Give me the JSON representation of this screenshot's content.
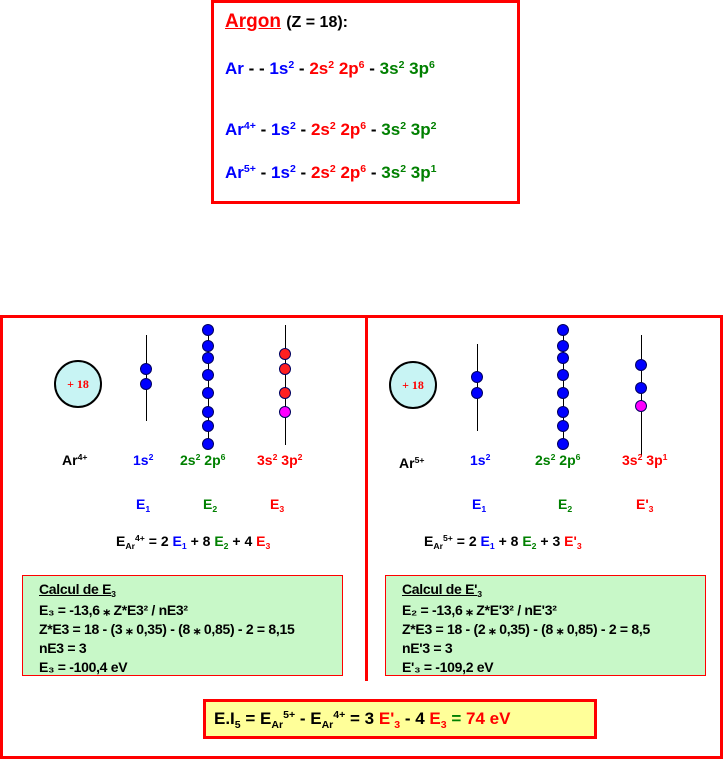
{
  "title": {
    "name": "Argon",
    "z": "(Z = 18):"
  },
  "configs": [
    {
      "ion": "Ar",
      "charge": "",
      "sep": " - - ",
      "s1": "1s",
      "s1e": "2",
      "l2a": "2s",
      "l2ae": "2",
      "l2b": "2p",
      "l2be": "6",
      "l3a": "3s",
      "l3ae": "2",
      "l3b": "3p",
      "l3be": "6"
    },
    {
      "ion": "Ar",
      "charge": "4+",
      "sep": " - ",
      "s1": "1s",
      "s1e": "2",
      "l2a": "2s",
      "l2ae": "2",
      "l2b": "2p",
      "l2be": "6",
      "l3a": "3s",
      "l3ae": "2",
      "l3b": "3p",
      "l3be": "2"
    },
    {
      "ion": "Ar",
      "charge": "5+",
      "sep": " - ",
      "s1": "1s",
      "s1e": "2",
      "l2a": "2s",
      "l2ae": "2",
      "l2b": "2p",
      "l2be": "6",
      "l3a": "3s",
      "l3ae": "2",
      "l3b": "3p",
      "l3be": "1"
    }
  ],
  "dash": " - ",
  "nucleus": "+ 18",
  "left": {
    "ion": "Ar",
    "charge": "4+",
    "shells": [
      {
        "cfg": "1s",
        "e": "2"
      },
      {
        "cfg": "2s",
        "e": "2",
        "cfg2": "2p",
        "e2": "6"
      },
      {
        "cfg": "3s",
        "e": "2",
        "cfg2": "3p",
        "e2": "2"
      }
    ],
    "energies": [
      {
        "E": "E",
        "i": "1"
      },
      {
        "E": "E",
        "i": "2"
      },
      {
        "E": "E",
        "i": "3"
      }
    ],
    "equation": {
      "E": "E",
      "sub": "Ar",
      "sup": "4+",
      "p1": " = 2 ",
      "t1": "E",
      "t1i": "1",
      "p2": " + 8 ",
      "t2": "E",
      "t2i": "2",
      "p3": " + 4 ",
      "t3": "E",
      "t3i": "3"
    },
    "calc": {
      "title": "Calcul de E",
      "title_sub": "3",
      "lines": [
        "E₃ = -13,6 ⁎ Z*E3² / nE3²",
        "Z*E3 = 18 - (3 ⁎ 0,35) - (8 ⁎ 0,85) - 2 = 8,15",
        "nE3 = 3",
        "E₃ = -100,4 eV"
      ]
    }
  },
  "right": {
    "ion": "Ar",
    "charge": "5+",
    "shells": [
      {
        "cfg": "1s",
        "e": "2"
      },
      {
        "cfg": "2s",
        "e": "2",
        "cfg2": "2p",
        "e2": "6"
      },
      {
        "cfg": "3s",
        "e": "2",
        "cfg2": "3p",
        "e2": "1"
      }
    ],
    "energies": [
      {
        "E": "E",
        "i": "1"
      },
      {
        "E": "E",
        "i": "2"
      },
      {
        "E": "E'",
        "i": "3"
      }
    ],
    "equation": {
      "E": "E",
      "sub": "Ar",
      "sup": "5+",
      "p1": " = 2 ",
      "t1": "E",
      "t1i": "1",
      "p2": " + 8 ",
      "t2": "E",
      "t2i": "2",
      "p3": " + 3 ",
      "t3": "E'",
      "t3i": "3"
    },
    "calc": {
      "title": "Calcul de E'",
      "title_sub": "3",
      "lines": [
        "E₂ = -13,6 ⁎ Z*E'3² / nE'3²",
        "Z*E3 = 18 - (2 ⁎ 0,35) - (8 ⁎ 0,85) - 2 = 8,5",
        "nE'3 = 3",
        "E'₃ = -109,2 eV"
      ]
    }
  },
  "result": {
    "lhs": "E.I",
    "lhs_sub": "5",
    "eq": " = ",
    "E": "E",
    "sub": "Ar",
    "sup5": "5+",
    "minus": " - ",
    "sup4": "4+",
    "mid": " = 3 ",
    "t1": "E'",
    "t1i": "3",
    "m2": " - 4 ",
    "t2": "E",
    "t2i": "3",
    "eq2": " = ",
    "value": "74 eV"
  },
  "colors": {
    "border": "#ff0000",
    "s1": "#0000ff",
    "s2": "#008000",
    "s3": "#ff0000",
    "nucleus": "#c8f4f4",
    "calc_bg": "#c8f8c8",
    "result_bg": "#ffff99",
    "electron": "#0000ff",
    "electron_3s": "#ff2020",
    "electron_3p": "#ff00ff"
  }
}
